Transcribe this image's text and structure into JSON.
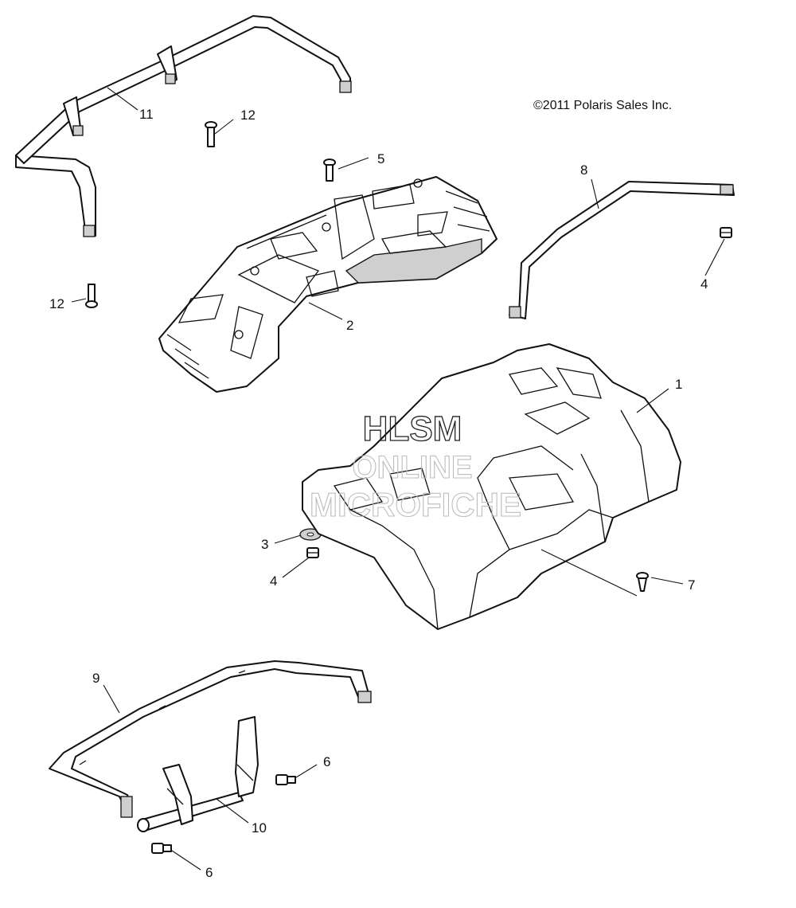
{
  "copyright": "©2011 Polaris Sales Inc.",
  "watermark": {
    "line1": "HLSM",
    "line2": "ONLINE",
    "line3": "MICROFICHE"
  },
  "callouts": [
    {
      "id": "c1",
      "label": "1"
    },
    {
      "id": "c2",
      "label": "2"
    },
    {
      "id": "c3",
      "label": "3"
    },
    {
      "id": "c4a",
      "label": "4"
    },
    {
      "id": "c4b",
      "label": "4"
    },
    {
      "id": "c5",
      "label": "5"
    },
    {
      "id": "c6a",
      "label": "6"
    },
    {
      "id": "c6b",
      "label": "6"
    },
    {
      "id": "c7",
      "label": "7"
    },
    {
      "id": "c8",
      "label": "8"
    },
    {
      "id": "c9",
      "label": "9"
    },
    {
      "id": "c10",
      "label": "10"
    },
    {
      "id": "c11",
      "label": "11"
    },
    {
      "id": "c12a",
      "label": "12"
    },
    {
      "id": "c12b",
      "label": "12"
    }
  ],
  "parts": [
    {
      "ref": "1",
      "icon": "rear-fender-icon"
    },
    {
      "ref": "2",
      "icon": "rear-rack-icon"
    },
    {
      "ref": "3",
      "icon": "washer-icon"
    },
    {
      "ref": "4",
      "icon": "nut-icon"
    },
    {
      "ref": "5",
      "icon": "bolt-icon"
    },
    {
      "ref": "6",
      "icon": "flange-bolt-icon"
    },
    {
      "ref": "7",
      "icon": "push-rivet-icon"
    },
    {
      "ref": "8",
      "icon": "rack-side-rail-icon"
    },
    {
      "ref": "9",
      "icon": "rear-bumper-icon"
    },
    {
      "ref": "10",
      "icon": "bumper-bracket-icon"
    },
    {
      "ref": "11",
      "icon": "rack-tube-rail-icon"
    },
    {
      "ref": "12",
      "icon": "pin-icon"
    }
  ]
}
